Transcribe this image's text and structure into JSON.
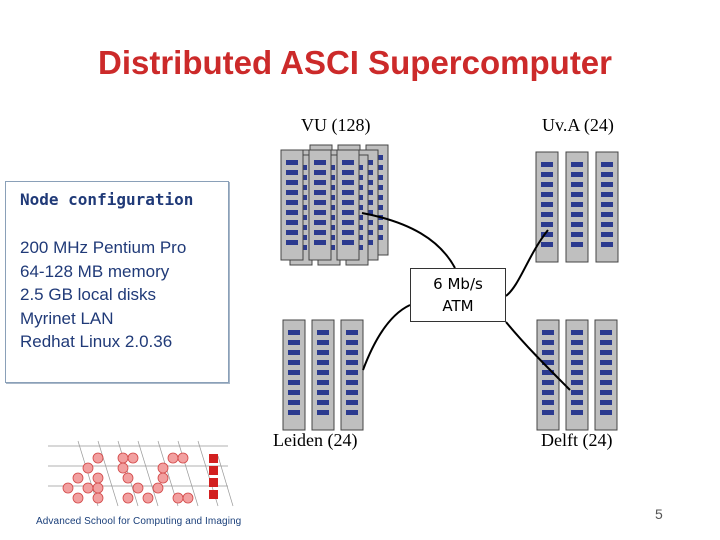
{
  "title": "Distributed ASCI Supercomputer",
  "sites": [
    {
      "label": "VU  (128)"
    },
    {
      "label": "Uv.A (24)"
    },
    {
      "label": "Leiden (24)"
    },
    {
      "label": "Delft (24)"
    }
  ],
  "node_config": {
    "heading": "Node configuration",
    "items": [
      "200 MHz Pentium Pro",
      "64-128 MB memory",
      "2.5 GB local disks",
      "Myrinet LAN",
      "Redhat Linux 2.0.36"
    ]
  },
  "network": {
    "line1": "6 Mb/s",
    "line2": "ATM"
  },
  "logo_text": "Advanced School for Computing and Imaging",
  "page_number": "5",
  "colors": {
    "title": "#cc2a2a",
    "node_text": "#203a78",
    "rack_fill": "#bfbfbf",
    "rack_slot": "#2b3a8f"
  }
}
